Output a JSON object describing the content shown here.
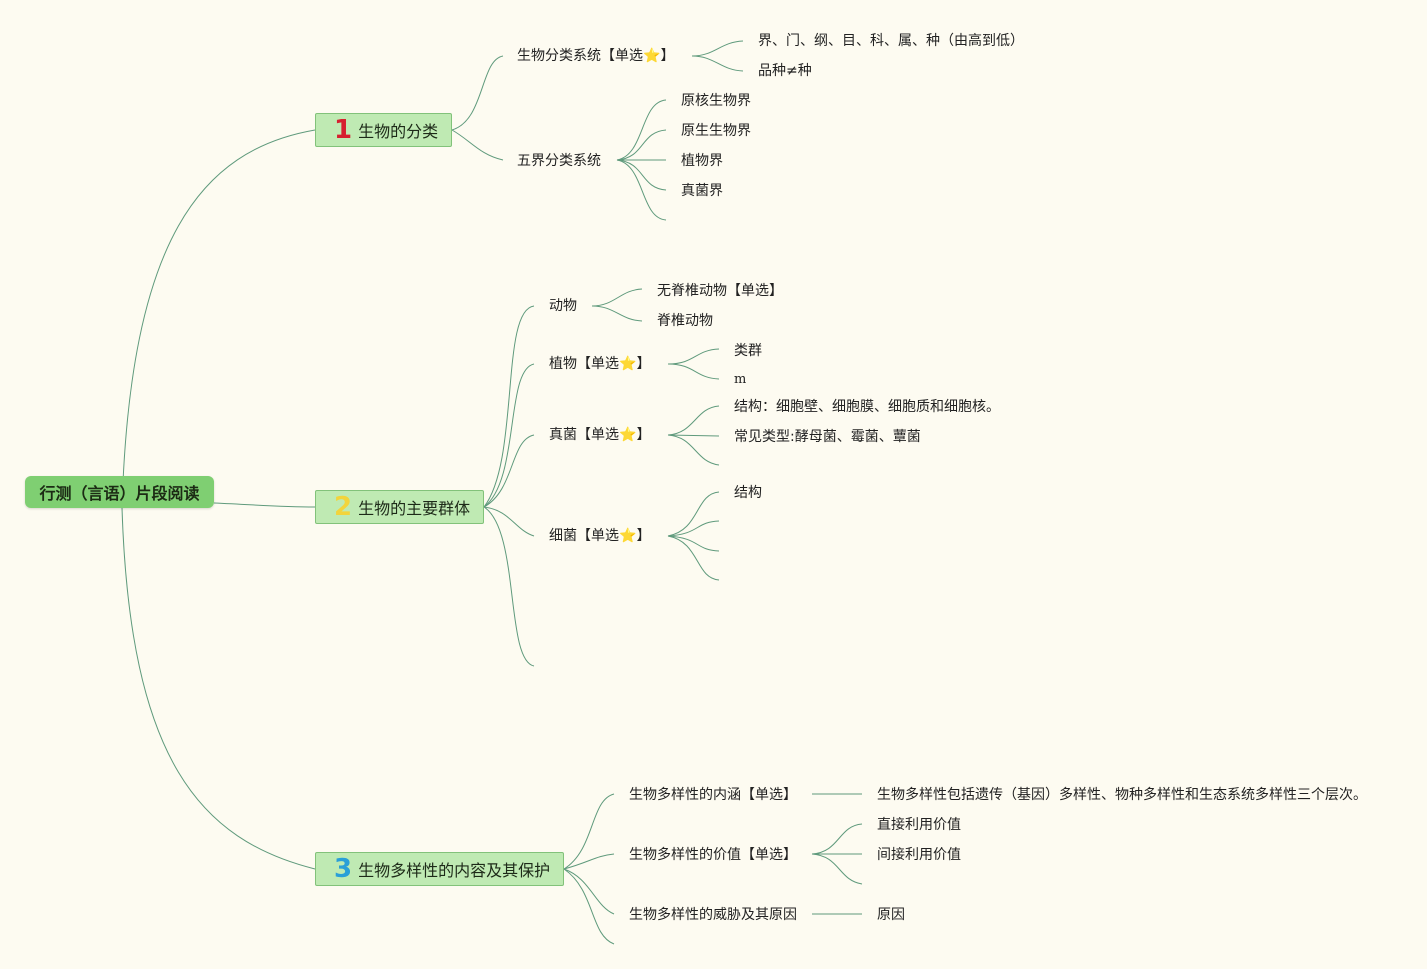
{
  "root": {
    "label": "行测（言语）片段阅读"
  },
  "branches": [
    {
      "number": "1",
      "number_color": "#d6202f",
      "label": "生物的分类",
      "children": [
        {
          "label": "生物分类系统【单选",
          "star": "⭐",
          "suffix": "】",
          "children": [
            "界、门、纲、目、科、属、种（由高到低）",
            "品种≠种"
          ]
        },
        {
          "label": "五界分类系统",
          "children": [
            "原核生物界",
            "原生生物界",
            "植物界",
            "真菌界"
          ]
        }
      ]
    },
    {
      "number": "2",
      "number_color": "#f2d43c",
      "label": "生物的主要群体",
      "children": [
        {
          "label": "动物",
          "children": [
            "无脊椎动物【单选】",
            "脊椎动物"
          ]
        },
        {
          "label": "植物【单选",
          "star": "⭐",
          "suffix": "】",
          "children": [
            "类群",
            "m"
          ]
        },
        {
          "label": "真菌【单选",
          "star": "⭐",
          "suffix": "】",
          "children": [
            "结构：细胞壁、细胞膜、细胞质和细胞核。",
            "常见类型:酵母菌、霉菌、蕈菌"
          ]
        },
        {
          "label": "细菌【单选",
          "star": "⭐",
          "suffix": "】",
          "children": [
            "结构"
          ]
        }
      ]
    },
    {
      "number": "3",
      "number_color": "#2a9fd8",
      "label": "生物多样性的内容及其保护",
      "children": [
        {
          "label": "生物多样性的内涵【单选】",
          "children": [
            "生物多样性包括遗传（基因）多样性、物种多样性和生态系统多样性三个层次。"
          ]
        },
        {
          "label": "生物多样性的价值【单选】",
          "children": [
            "直接利用价值",
            "间接利用价值"
          ]
        },
        {
          "label": "生物多样性的威胁及其原因",
          "children": [
            "原因"
          ]
        }
      ]
    }
  ],
  "colors": {
    "background": "#fdfbf1",
    "line": "#5f9a7c",
    "root_fill": "#7fcf72",
    "branch_fill": "#bfeab3",
    "star": "#f2c12e"
  }
}
